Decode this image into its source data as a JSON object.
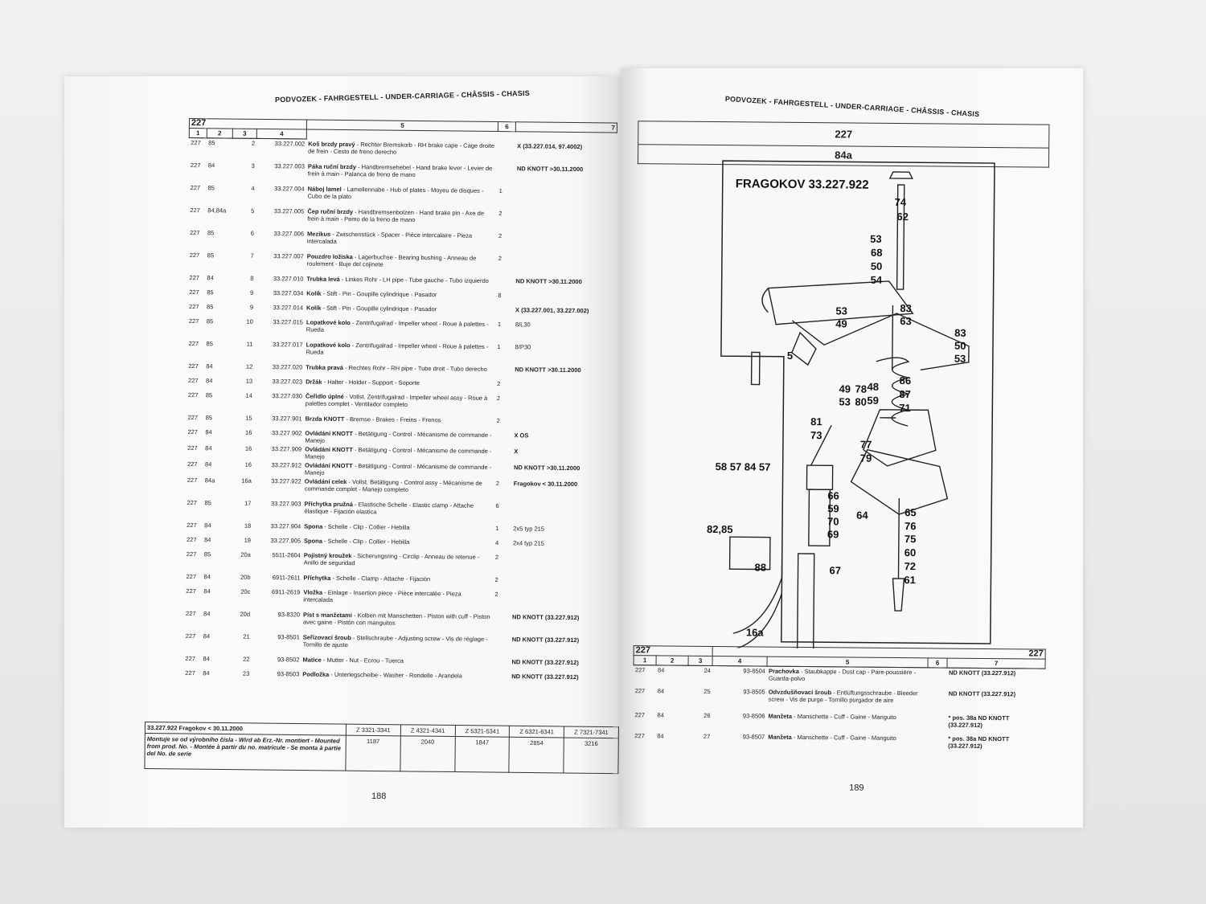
{
  "header_title": "PODVOZEK - FAHRGESTELL - UNDER-CARRIAGE - CHÂSSIS - CHASIS",
  "group": "227",
  "columns": [
    "1",
    "2",
    "3",
    "4",
    "5",
    "6",
    "7"
  ],
  "left_page": {
    "page_number": "188",
    "rows": [
      [
        "227",
        "85",
        "2",
        "33.227.002",
        "Koš brzdy pravý",
        "- Rechter Bremskorb - RH brake cape - Cage droite de frein - Cesto de freno derecho",
        "",
        "X (33.227.014, 97.4002)"
      ],
      [
        "227",
        "84",
        "3",
        "33.227.003",
        "Páka ruční brzdy",
        "- Handbremsehebel - Hand brake lever - Levier de frein à main - Palanca de freno de mano",
        "",
        "ND KNOTT >30.11.2000"
      ],
      [
        "227",
        "85",
        "4",
        "33.227.004",
        "Náboj lamel",
        "- Lamellennabe - Hub of plates - Moyeu de disques - Cubo de la plato",
        "1",
        ""
      ],
      [
        "227",
        "84,84a",
        "5",
        "33.227.005",
        "Čep ruční brzdy",
        "- Handbremsenbolzen - Hand brake pin - Axe de frein à main - Pemo de la freno de mano",
        "2",
        ""
      ],
      [
        "227",
        "85",
        "6",
        "33.227.006",
        "Mezikus",
        "- Zwischenstück - Spacer - Pièce intercalaire - Pieza intercalada",
        "2",
        ""
      ],
      [
        "227",
        "85",
        "7",
        "33.227.007",
        "Pouzdro ložiska",
        "- Lagerbuchse - Bearing bushing - Anneau de roulement - Buje del cojinete",
        "2",
        ""
      ],
      [
        "227",
        "84",
        "8",
        "33.227.010",
        "Trubka levá",
        "- Linkes Rohr - LH pipe - Tube gauche - Tubo izquierdo",
        "",
        "ND KNOTT >30.11.2000"
      ],
      [
        "227",
        "85",
        "9",
        "33.227.034",
        "Kolík",
        "- Stift - Pin - Goupille cylindrique - Pasador",
        "8",
        ""
      ],
      [
        "227",
        "85",
        "9",
        "33.227.014",
        "Kolík",
        "- Stift - Pin - Goupille cylindrique - Pasador",
        "",
        "X (33.227.001, 33.227.002)"
      ],
      [
        "227",
        "85",
        "10",
        "33.227.015",
        "Lopatkové kolo",
        "- Zentrifugalrad - Impeller wheel - Roue à palettes - Rueda",
        "1",
        "8/L30"
      ],
      [
        "227",
        "85",
        "11",
        "33.227.017",
        "Lopatkové kolo",
        "- Zentrifugalrad - Impeller wheel - Roue à palettes - Rueda",
        "1",
        "8/P30"
      ],
      [
        "227",
        "84",
        "12",
        "33.227.020",
        "Trubka pravá",
        "- Rechtes Rohr - RH pipe - Tube droit - Tubo derecho",
        "",
        "ND KNOTT >30.11.2000"
      ],
      [
        "227",
        "84",
        "13",
        "33.227.023",
        "Držák",
        "- Halter - Holder - Support - Soporte",
        "2",
        ""
      ],
      [
        "227",
        "85",
        "14",
        "33.227.030",
        "Čeřidlo úplné",
        "- Vollst. Zentrifugalrad - Impeller wheel assy - Roue à palettes complet - Ventilador completo",
        "2",
        ""
      ],
      [
        "227",
        "85",
        "15",
        "33.227.901",
        "Brzda KNOTT",
        "- Bremse - Brakes - Freins - Frenos",
        "2",
        ""
      ],
      [
        "227",
        "84",
        "16",
        "33.227.902",
        "Ovládání KNOTT",
        "- Betätigung - Control - Mécanisme de commande - Manejo",
        "",
        "X OS"
      ],
      [
        "227",
        "84",
        "16",
        "33.227.909",
        "Ovládání KNOTT",
        "- Betätigung - Control - Mécanisme de commande - Manejo",
        "",
        "X"
      ],
      [
        "227",
        "84",
        "16",
        "33.227.912",
        "Ovládání KNOTT",
        "- Betätigung - Control - Mécanisme de commande - Manejo",
        "",
        "ND KNOTT >30.11.2000"
      ],
      [
        "227",
        "84a",
        "16a",
        "33.227.922",
        "Ovládání celek",
        "- Vollst. Betätigung - Control assy - Mécanisme de commande complet - Manejo completo",
        "2",
        "Fragokov < 30.11.2000"
      ],
      [
        "227",
        "85",
        "17",
        "33.227.903",
        "Příchytka pružná",
        "- Elastische Schelle - Elastic clamp - Attache élastique - Fijación elastica",
        "6",
        ""
      ],
      [
        "227",
        "84",
        "18",
        "33.227.904",
        "Spona",
        "- Schelle - Clip - Collier - Hebilla",
        "1",
        "2x5 typ 215"
      ],
      [
        "227",
        "84",
        "19",
        "33.227.905",
        "Spona",
        "- Schelle - Clip - Collier - Hebilla",
        "4",
        "2x4 typ 215"
      ],
      [
        "227",
        "85",
        "20a",
        "5511-2604",
        "Pojistný kroužek",
        "- Sicherungsring - Circlip - Anneau de retenue - Anillo de seguridad",
        "2",
        ""
      ],
      [
        "227",
        "84",
        "20b",
        "6911-2611",
        "Příchytka",
        "- Schelle - Clamp - Attache - Fijación",
        "2",
        ""
      ],
      [
        "227",
        "84",
        "20c",
        "6911-2619",
        "Vložka",
        "- Einlage - Insertion piece - Pièce intercalée - Pieza intercalada",
        "2",
        ""
      ],
      [
        "227",
        "84",
        "20d",
        "93-8320",
        "Píst s manžetami",
        "- Kolben mit Manschetten - Piston with cuff - Piston avec gaine - Pistón con manguitos",
        "",
        "ND KNOTT (33.227.912)"
      ],
      [
        "227",
        "84",
        "21",
        "93-8501",
        "Seřizovací šroub",
        "- Stellschraube - Adjusting screw - Vis de réglage - Tornillo de ajuste",
        "",
        "ND KNOTT (33.227.912)"
      ],
      [
        "227",
        "84",
        "22",
        "93-8502",
        "Matice",
        "- Mutter - Nut - Ecrou - Tuerca",
        "",
        "ND KNOTT (33.227.912)"
      ],
      [
        "227",
        "84",
        "23",
        "93-8503",
        "Podložka",
        "- Unterlegscheibe - Washer - Rondelle - Arandela",
        "",
        "ND KNOTT (33.227.912)"
      ]
    ],
    "footer": {
      "title": "33.227.922 Fragokov < 30.11.2000",
      "note": "Montuje se od výrobního čísla - Wird ab Erz.-Nr. montiert - Mounted from prod. No. - Montée à partir du no. matricule - Se monta à partie del No. de serie",
      "ranges": [
        "Z 3321-3341",
        "Z 4321-4341",
        "Z 5321-5341",
        "Z 6321-6341",
        "Z 7321-7341"
      ],
      "values": [
        "1187",
        "2040",
        "1847",
        "2854",
        "3216"
      ]
    }
  },
  "right_page": {
    "page_number": "189",
    "subgroup": "84a",
    "diagram_title": "FRAGOKOV 33.227.922",
    "callouts": [
      "74",
      "62",
      "53",
      "68",
      "50",
      "54",
      "53",
      "49",
      "83",
      "63",
      "83",
      "50",
      "53",
      "5",
      "48",
      "59",
      "49",
      "78",
      "53",
      "80",
      "86",
      "87",
      "71",
      "81",
      "73",
      "77",
      "79",
      "58 57 84 57",
      "66",
      "59",
      "70",
      "69",
      "64",
      "65",
      "76",
      "75",
      "60",
      "72",
      "61",
      "82,85",
      "88",
      "67",
      "16a"
    ],
    "rows": [
      [
        "227",
        "84",
        "24",
        "93-8504",
        "Prachovka",
        "- Staubkappe - Dust cap - Pare-poussière - Guarda-polvo",
        "",
        "ND KNOTT (33.227.912)"
      ],
      [
        "227",
        "84",
        "25",
        "93-8505",
        "Odvzdušňovací šroub",
        "- Entlüftungsschraube - Bleeder screw - Vis de purge - Tornillo purgador de aire",
        "",
        "ND KNOTT (33.227.912)"
      ],
      [
        "227",
        "84",
        "26",
        "93-8506",
        "Manžeta",
        "- Manschette - Cuff - Gaine - Manguito",
        "",
        "* pos. 38a ND KNOTT (33.227.912)"
      ],
      [
        "227",
        "84",
        "27",
        "93-8507",
        "Manžeta",
        "- Manschette - Cuff - Gaine - Manguito",
        "",
        "* pos. 38a ND KNOTT (33.227.912)"
      ]
    ]
  }
}
